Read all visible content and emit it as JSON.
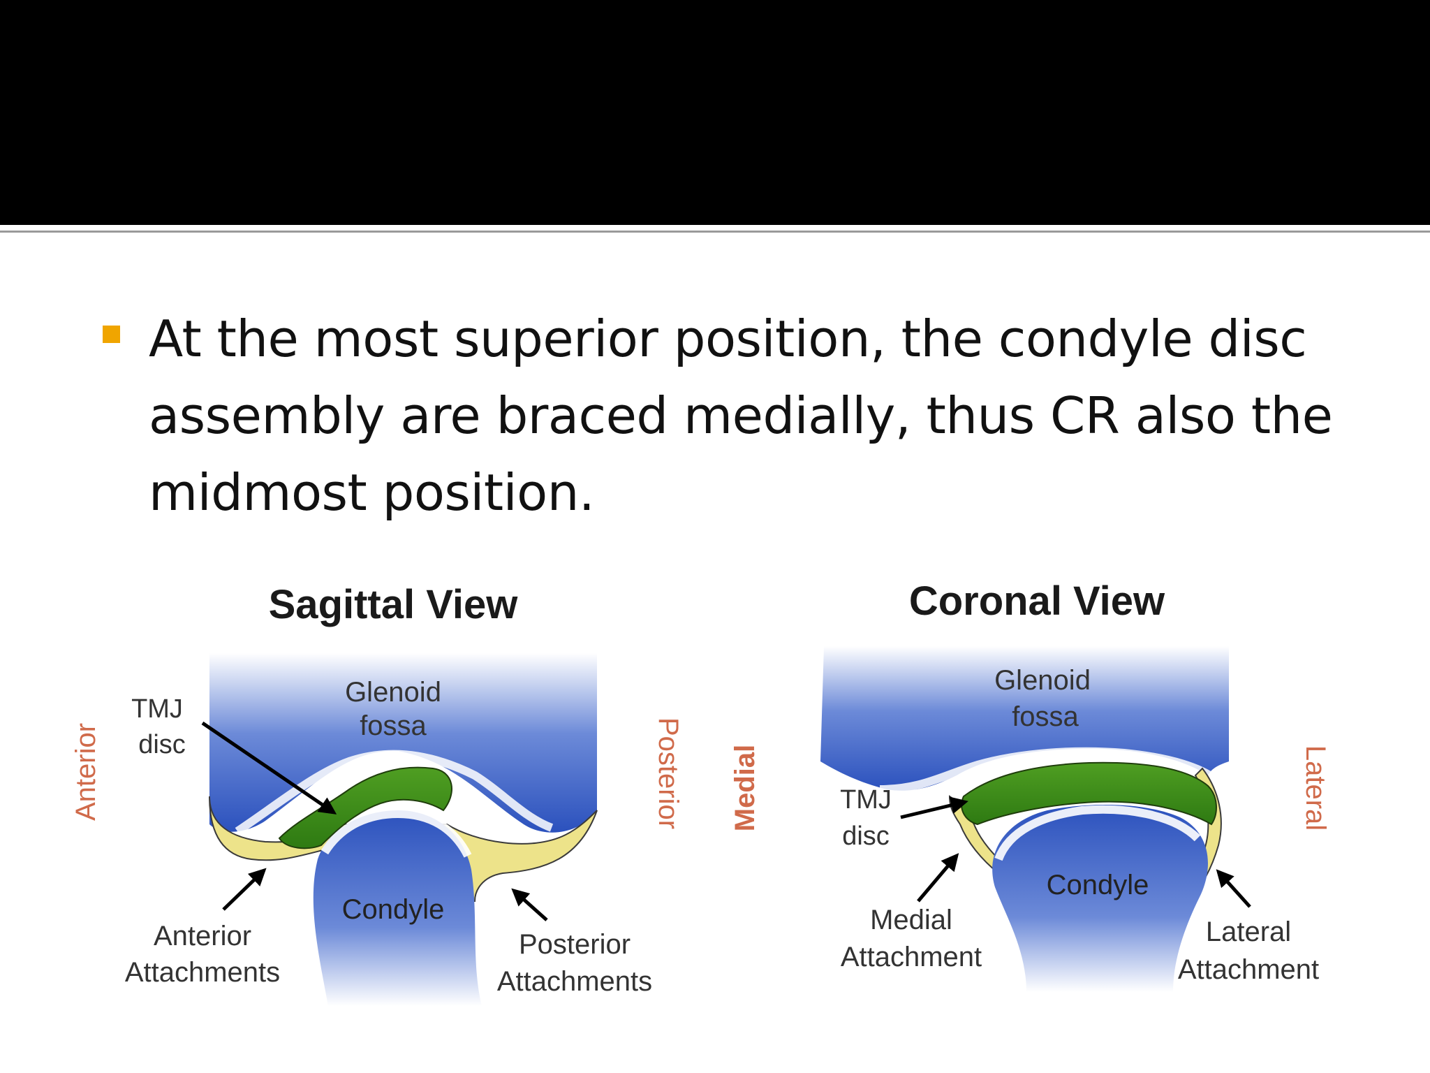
{
  "slide": {
    "bullet_text": "At the most superior position, the condyle disc assembly are braced medially, thus CR also the midmost position.",
    "bullet_color": "#F0A500"
  },
  "sagittal": {
    "title": "Sagittal View",
    "side_left": "Anterior",
    "side_right": "Posterior",
    "fossa_line1": "Glenoid",
    "fossa_line2": "fossa",
    "disc_line1": "TMJ",
    "disc_line2": "disc",
    "condyle": "Condyle",
    "anterior_line1": "Anterior",
    "anterior_line2": "Attachments",
    "posterior_line1": "Posterior",
    "posterior_line2": "Attachments"
  },
  "coronal": {
    "title": "Coronal View",
    "side_left": "Medial",
    "side_right": "Lateral",
    "fossa_line1": "Glenoid",
    "fossa_line2": "fossa",
    "disc_line1": "TMJ",
    "disc_line2": "disc",
    "condyle": "Condyle",
    "medial_line1": "Medial",
    "medial_line2": "Attachment",
    "lateral_line1": "Lateral",
    "lateral_line2": "Attachment"
  },
  "colors": {
    "bone_blue": "#2E55C0",
    "disc_green": "#3A8A18",
    "ligament_yellow": "#EDE38A",
    "direction_label": "#D06A4A"
  }
}
